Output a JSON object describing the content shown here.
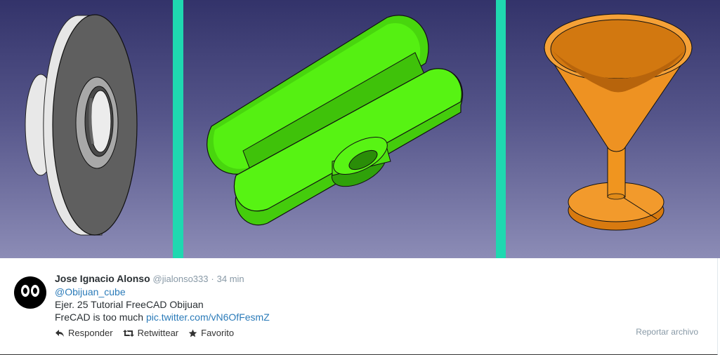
{
  "media": {
    "divider_color": "#1fd8b0",
    "panel_gradient": [
      "#33336a",
      "#8c8cb6"
    ],
    "models": [
      {
        "name": "grey-pulley",
        "color": "#d0d0d0"
      },
      {
        "name": "green-pulley",
        "color": "#55ee11"
      },
      {
        "name": "orange-glass",
        "color": "#ee9222"
      }
    ]
  },
  "tweet": {
    "author_name": "Jose Ignacio Alonso",
    "author_handle": "@jialonso333",
    "separator": "·",
    "time": "34 min",
    "mention": "@Obijuan_cube",
    "line1": "Ejer. 25 Tutorial FreeCAD Obijuan",
    "line2_text": "FreCAD is too much",
    "line2_link": "pic.twitter.com/vN6OfFesmZ",
    "actions": {
      "reply": "Responder",
      "retweet": "Retwittear",
      "favorite": "Favorito"
    },
    "report": "Reportar archivo"
  }
}
